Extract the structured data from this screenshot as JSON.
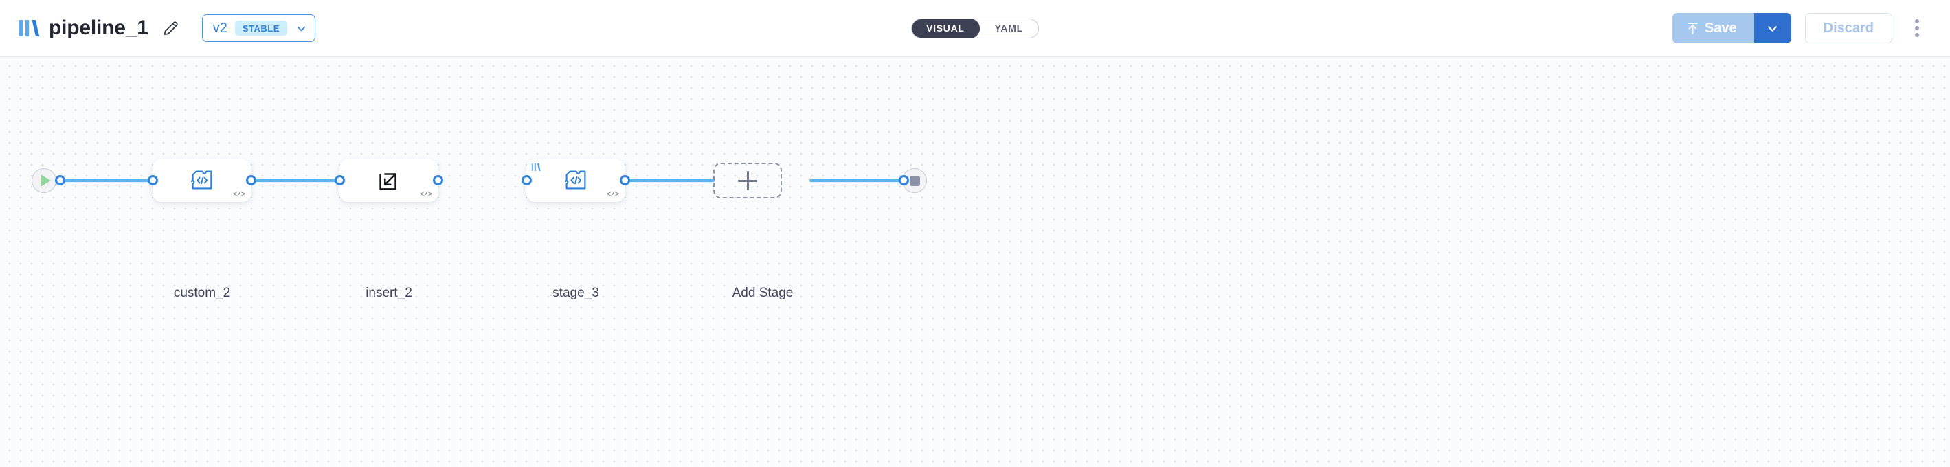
{
  "header": {
    "logo_icon": "pipeline-bars-logo",
    "title": "pipeline_1",
    "edit_icon": "pencil-icon",
    "version": {
      "label": "v2",
      "status_badge": "STABLE",
      "chevron_icon": "chevron-down-icon",
      "border_color": "#4a90e2",
      "badge_bg": "#cdeefd",
      "badge_color": "#2f7fd4"
    },
    "view_toggle": {
      "options": [
        {
          "label": "VISUAL",
          "active": true
        },
        {
          "label": "YAML",
          "active": false
        }
      ],
      "active_bg": "#3d4053"
    },
    "actions": {
      "save_label": "Save",
      "save_icon": "upload-arrow-icon",
      "save_bg": "#a6c7ee",
      "save_caret_bg": "#2f6fd0",
      "save_caret_icon": "chevron-down-icon",
      "discard_label": "Discard",
      "discard_color": "#a8c4ea",
      "menu_icon": "kebab-menu-icon"
    }
  },
  "canvas": {
    "background": "#f9fbfd",
    "dot_color": "#cfd6e4",
    "edge_color": "#5ab4f0",
    "handle_color": "#2e86e0"
  },
  "pipeline": {
    "start_node": {
      "icon": "play-icon",
      "color": "#8ed69a"
    },
    "end_node": {
      "icon": "stop-icon",
      "color": "#8e92a8"
    },
    "stages": [
      {
        "label": "custom_2",
        "icon": "puzzle-code-icon",
        "badge": "</>",
        "has_logo_badge": false
      },
      {
        "label": "insert_2",
        "icon": "insert-arrow-icon",
        "badge": "</>",
        "has_logo_badge": false
      },
      {
        "label": "stage_3",
        "icon": "puzzle-code-icon",
        "badge": "</>",
        "has_logo_badge": true
      }
    ],
    "add_stage": {
      "label": "Add Stage",
      "icon": "plus-icon"
    }
  }
}
